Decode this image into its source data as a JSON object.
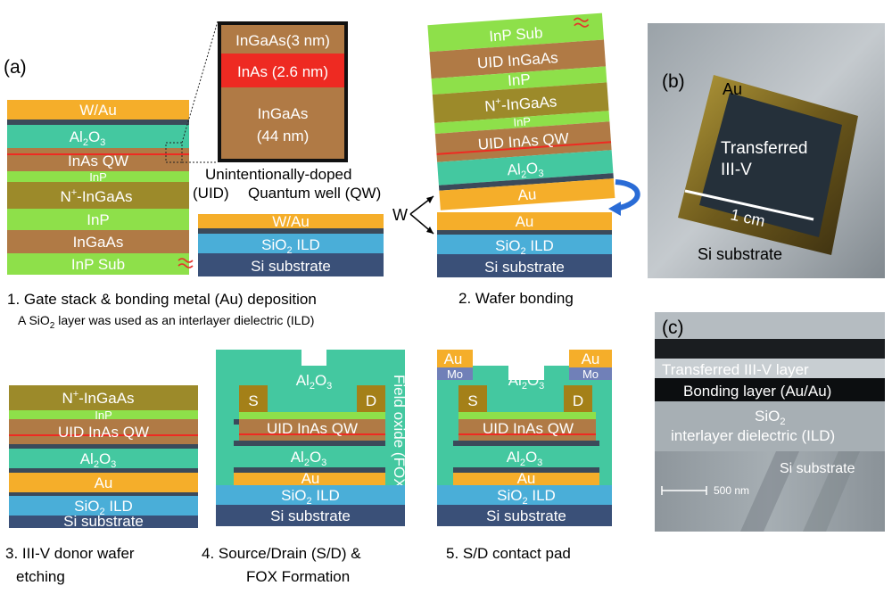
{
  "colors": {
    "inp": "#8ee04a",
    "ingaas": "#b07a45",
    "n_ingaas": "#9c8a2a",
    "al2o3": "#44c8a0",
    "au": "#f5ae2a",
    "dark": "#3b4a5a",
    "sio2": "#4aaed8",
    "si": "#3a5078",
    "inas": "#ee2a22",
    "fox": "#44c8a0",
    "mo": "#7080b8",
    "sd": "#a48018"
  },
  "panel_labels": {
    "a": "(a)",
    "b": "(b)",
    "c": "(c)"
  },
  "layers": {
    "w_au": "W/Au",
    "al2o3_sub": "3",
    "inas_qw": "InAs QW",
    "inp": "InP",
    "n_ingaas": "N",
    "ingaas": "InGaAs",
    "inp_sub": "InP Sub",
    "sio2_ild": "SiO",
    "ild_suffix": "ILD",
    "si_substrate": "Si substrate",
    "au": "Au",
    "uid_ingaas": "UID InGaAs",
    "uid_inas_qw": "UID InAs QW",
    "source": "S",
    "drain": "D",
    "mo": "Mo",
    "field_oxide": "Field oxide (FOX)",
    "al_o": "Al",
    "o_letter": "O",
    "two": "2",
    "plus": "+",
    "dash_ingaas": "-InGaAs"
  },
  "inset": {
    "top": "InGaAs(3 nm)",
    "middle": "InAs (2.6 nm)",
    "bottom_line1": "InGaAs",
    "bottom_line2": "(44 nm)"
  },
  "annotations": {
    "uid": "Unintentionally-doped",
    "uid_abbr": "(UID)",
    "qw": "Quantum well (QW)",
    "w": "W"
  },
  "captions": {
    "step1": "1.    Gate stack & bonding metal (Au) deposition",
    "step1_note_a": "A SiO",
    "step1_note_b": "layer was used as an interlayer dielectric (ILD)",
    "step2": "2. Wafer bonding",
    "step3_line1": "3. III-V donor wafer",
    "step3_line2": "etching",
    "step4_line1": "4. Source/Drain (S/D) &",
    "step4_line2": "FOX Formation",
    "step5": "5. S/D contact pad"
  },
  "photo_b": {
    "au": "Au",
    "transferred_line1": "Transferred",
    "transferred_line2": "III-V",
    "scale": "1 cm",
    "substrate": "Si substrate"
  },
  "sem_c": {
    "transferred": "Transferred III-V layer",
    "bonding": "Bonding layer (Au/Au)",
    "sio2_line1": "SiO",
    "sio2_line2": "interlayer dielectric (ILD)",
    "si": "Si substrate",
    "scale": "500 nm"
  }
}
